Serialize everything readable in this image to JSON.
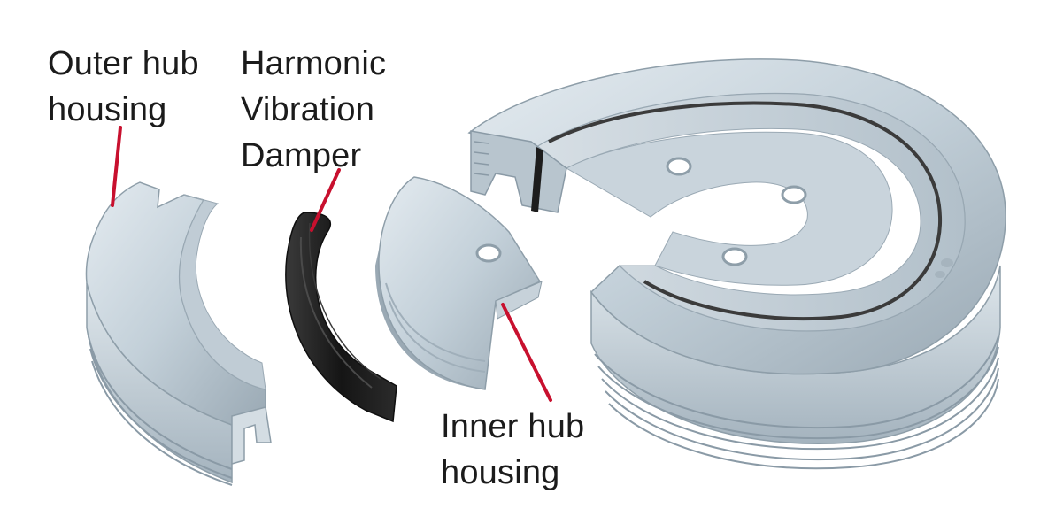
{
  "labels": {
    "outer_hub": {
      "line1": "Outer hub",
      "line2": "housing"
    },
    "damper": {
      "line1": "Harmonic",
      "line2": "Vibration",
      "line3": "Damper"
    },
    "inner_hub": {
      "line1": "Inner hub",
      "line2": "housing"
    }
  },
  "colors": {
    "leader_line": "#c8102e",
    "metal_light": "#dbe4ea",
    "metal_mid": "#b9c7d1",
    "metal_dark": "#8e9ea9",
    "rubber": "#1d1d1d",
    "text": "#1b1b1b"
  }
}
